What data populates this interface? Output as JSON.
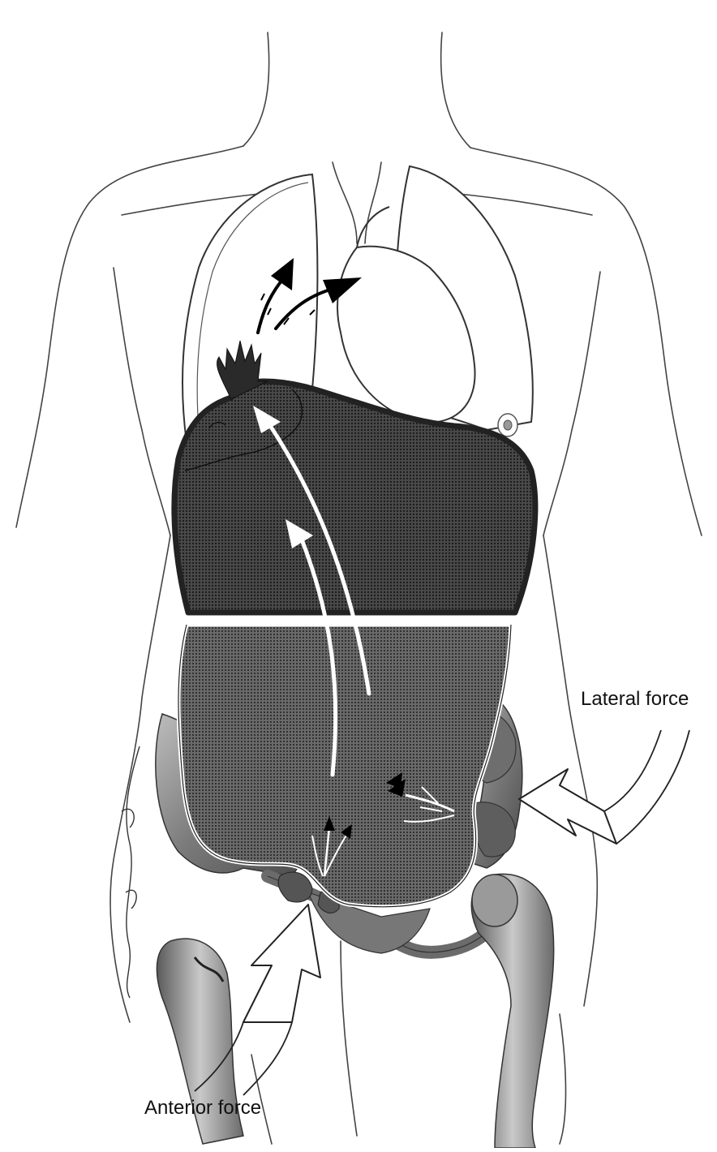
{
  "labels": {
    "lateral": "Lateral force",
    "anterior": "Anterior force"
  },
  "colors": {
    "outline": "#2a2a2a",
    "skin": "#ffffff",
    "viscera_fill": "#3e3e3e",
    "thorax_fill": "#2c2c2c",
    "bone": "#8a8a8a",
    "bone_dark": "#555555",
    "arrow_white": "#ffffff",
    "arrow_black": "#000000"
  },
  "icons": [
    "large-white-arrow-lateral",
    "large-white-arrow-anterior",
    "black-arrow-herniation"
  ]
}
